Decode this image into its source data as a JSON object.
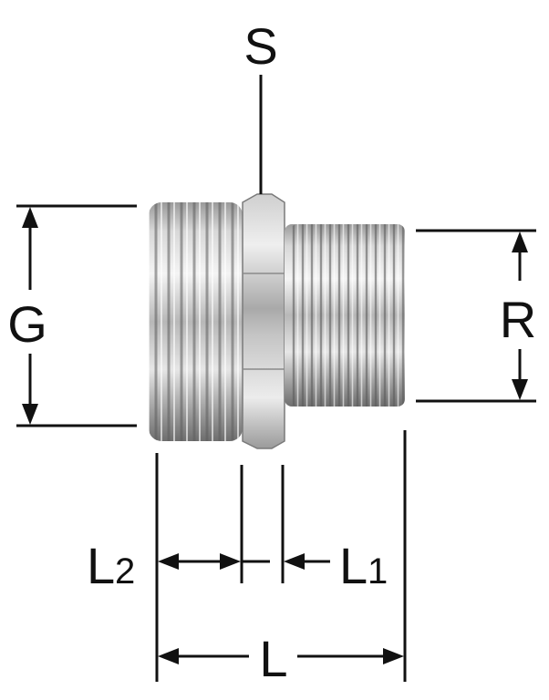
{
  "labels": {
    "s": "S",
    "g": "G",
    "r": "R",
    "l": "L",
    "l1_main": "L",
    "l1_sub": "1",
    "l2_main": "L",
    "l2_sub": "2"
  },
  "colors": {
    "line": "#111111",
    "background": "#ffffff",
    "metal_dark": "#6f6f6f",
    "metal_light": "#f2f2f2"
  }
}
